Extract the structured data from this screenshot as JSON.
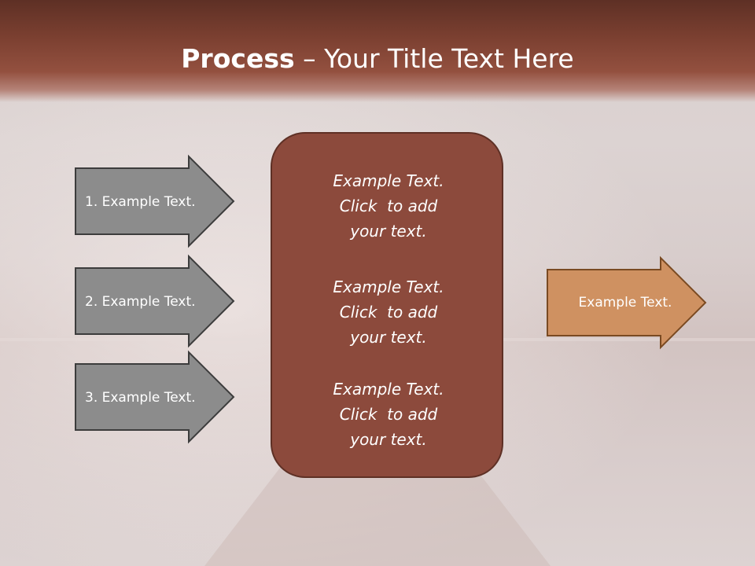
{
  "title": {
    "bold": "Process",
    "rest": " – Your Title Text Here"
  },
  "colors": {
    "header": "#7a3f30",
    "box_fill": "#8c4a3c",
    "box_border": "#5e3025",
    "gray_arrow": "#8c8c8c",
    "gray_border": "#3c3c3c",
    "orange_arrow": "#cf9161",
    "orange_border": "#7a4a22"
  },
  "left_arrows": [
    {
      "label": "1. Example Text."
    },
    {
      "label": "2. Example Text."
    },
    {
      "label": "3. Example Text."
    }
  ],
  "center_box": {
    "blocks": [
      {
        "lines": [
          "Example Text.",
          "Click  to add",
          "your text."
        ]
      },
      {
        "lines": [
          "Example Text.",
          "Click  to add",
          "your text."
        ]
      },
      {
        "lines": [
          "Example Text.",
          "Click  to add",
          "your text."
        ]
      }
    ]
  },
  "right_arrow": {
    "label": "Example Text."
  }
}
